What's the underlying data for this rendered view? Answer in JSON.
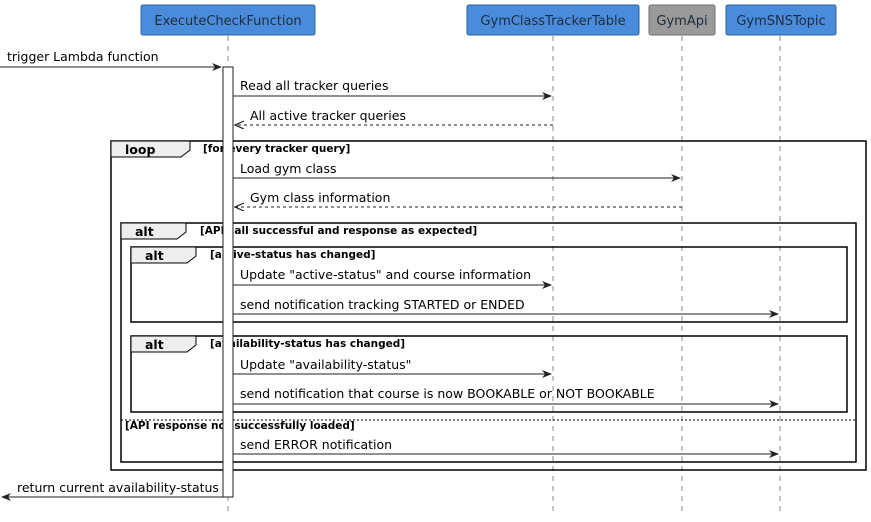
{
  "participants": [
    {
      "name": "ExecuteCheckFunction",
      "color": "#4a8bdb"
    },
    {
      "name": "GymClassTrackerTable",
      "color": "#4a8bdb"
    },
    {
      "name": "GymApi",
      "color": "#9a9a9a"
    },
    {
      "name": "GymSNSTopic",
      "color": "#4a8bdb"
    }
  ],
  "messages": [
    "trigger Lambda function",
    "Read all tracker queries",
    "All active tracker queries",
    "Load gym class",
    "Gym class information",
    "Update \"active-status\" and course information",
    "send notification tracking STARTED or ENDED",
    "Update \"availability-status\"",
    "send notification that course is now BOOKABLE or NOT BOOKABLE",
    "send ERROR notification",
    "return current availability-status"
  ],
  "fragments": {
    "loop": {
      "keyword": "loop",
      "guard": "[for every tracker query]"
    },
    "alt_outer": {
      "keyword": "alt",
      "guard": "[API call successful and response as expected]",
      "else_guard": "[API response not successfully loaded]"
    },
    "alt_active": {
      "keyword": "alt",
      "guard": "[active-status has changed]"
    },
    "alt_avail": {
      "keyword": "alt",
      "guard": "[availability-status has changed]"
    }
  }
}
